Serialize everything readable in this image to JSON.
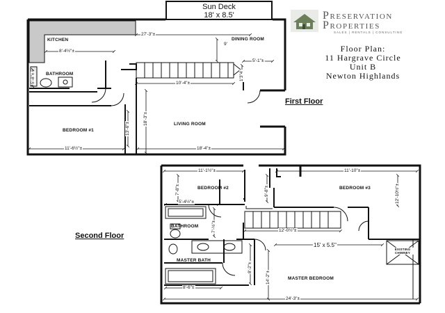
{
  "sun_deck": {
    "name": "Sun Deck",
    "size": "18' x 8.5'"
  },
  "logo": {
    "name": "Preservation Properties",
    "line1": "Preservation",
    "line2": "Properties",
    "tagline": "SALES | RENTALS | CONSULTING"
  },
  "title": {
    "line1": "Floor Plan:",
    "line2": "11 Hargrave Circle",
    "line3": "Unit B",
    "line4": "Newton Highlands"
  },
  "floors": {
    "first": "First Floor",
    "second": "Second Floor"
  },
  "rooms": {
    "kitchen": "KITCHEN",
    "dining_room": "DINING ROOM",
    "bathroom_1": "BATHROOM",
    "bedroom_1": "BEDROOM #1",
    "living_room": "LIVING ROOM",
    "bedroom_2": "BEDROOM #2",
    "bedroom_3": "BEDROOM #3",
    "bathroom_2": "BATHROOM",
    "master_bath": "MASTER BATH",
    "master_bedroom": "MASTER BEDROOM",
    "existing_chimney": "EXISTING CHIMNEY"
  },
  "dimensions": {
    "first_width": "27'-3\"±",
    "kitchen_width": "8'-4½\"±",
    "dining_depth": "9'",
    "dining_5_1": "5'-1\"±",
    "stair_10_4": "10'-4\"±",
    "stair_1_4": "1'3\"4'",
    "bath_5_8": "5'-8\"±",
    "bedroom1_depth": "13'-6\"±",
    "bedroom1_width": "11'-6½\"±",
    "living_depth": "18'-3\"±",
    "living_width": "18'-4\"±",
    "bed2_width": "11'-1½\"±",
    "bed2_depth": "7'-8\"±",
    "bed3_width": "11'-10\"±",
    "bed3_depth": "12'-10½\"±",
    "bed2_side": "9'-8\"±",
    "bath2_width": "5'-4½\"±",
    "bath2_depth": "7'-½\"±",
    "stair2_width": "12'-0½\"±",
    "master_size": "15' x 5.5\"",
    "master_bath_depth": "8'-2\"±",
    "master_bath_width": "8'-6\"±",
    "master_bed_depth": "14'-2\"±",
    "second_width": "24'-3\"±"
  }
}
